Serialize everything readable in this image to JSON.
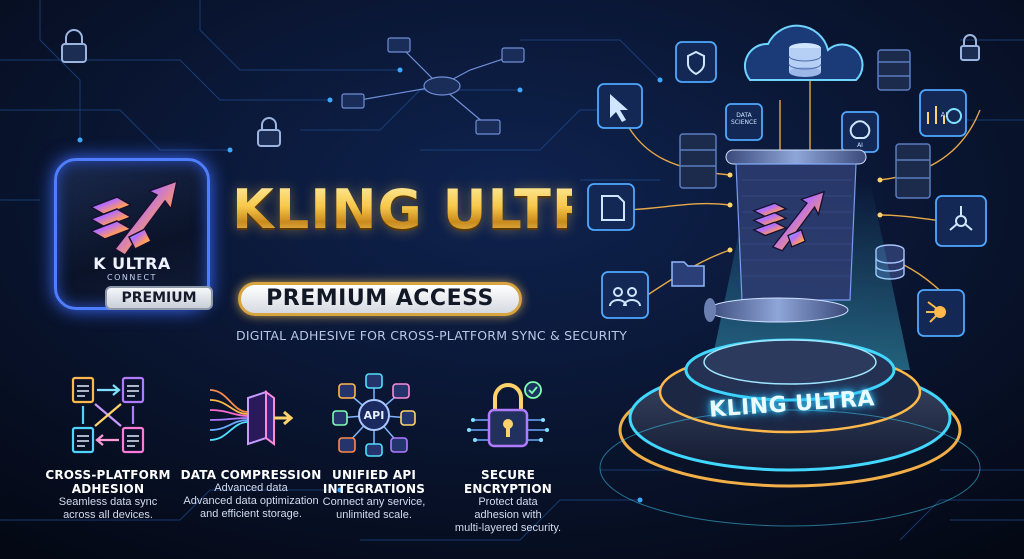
{
  "app_icon": {
    "brand": "K ULTRA",
    "sub": "CONNECT",
    "badge": "PREMIUM"
  },
  "hero": {
    "title": "KLING ULTRA",
    "access": "PREMIUM ACCESS",
    "tagline": "DIGITAL ADHESIVE FOR CROSS-PLATFORM SYNC & SECURITY"
  },
  "features": [
    {
      "title_lines": [
        "CROSS-PLATFORM",
        "ADHESION"
      ],
      "desc_lines": [
        "Seamless data sync",
        "across all devices."
      ],
      "icon": "cross-platform-sync-icon"
    },
    {
      "title_lines": [
        "DATA COMPRESSION"
      ],
      "desc_lines": [
        "Advanced data",
        "Advanced data optimization",
        "and efficient storage."
      ],
      "icon": "data-compression-icon"
    },
    {
      "title_lines": [
        "UNIFIED API",
        "INTEGRATIONS"
      ],
      "desc_lines": [
        "Connect any service,",
        "unlimited scale."
      ],
      "icon": "api-hub-icon",
      "icon_label": "API"
    },
    {
      "title_lines": [
        "SECURE ENCRYPTION"
      ],
      "desc_lines": [
        "Protect data",
        "adhesion with",
        "multi-layered security."
      ],
      "icon": "encryption-lock-icon"
    }
  ],
  "scene": {
    "pedestal_label": "KLING ULTRA",
    "tiles": {
      "data_science": [
        "DATA",
        "SCIENCE"
      ],
      "ai_label": "AI",
      "ai_brain_label": "AI"
    }
  },
  "colors": {
    "background": "#050b1c",
    "gold": "#f3c64e",
    "neon_blue": "#41d7ff",
    "accent_purple": "#9b6bff"
  }
}
